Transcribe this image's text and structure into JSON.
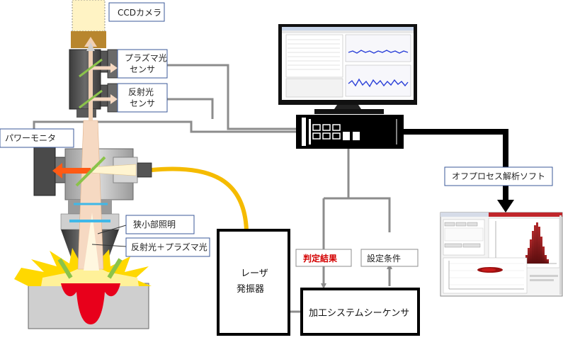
{
  "labels": {
    "ccd_camera": "CCDカメラ",
    "plasma_sensor_1": "プラズマ光",
    "plasma_sensor_2": "センサ",
    "reflect_sensor_1": "反射光",
    "reflect_sensor_2": "センサ",
    "power_monitor": "パワーモニタ",
    "narrow_illumination": "狭小部照明",
    "reflect_plasma": "反射光＋プラズマ光",
    "laser_osc_1": "レーザ",
    "laser_osc_2": "発振器",
    "judgement_result": "判定結果",
    "setting_conditions": "設定条件",
    "sequencer": "加工システムシーケンサ",
    "offprocess_software": "オフプロセス解析ソフト"
  },
  "colors": {
    "fiber": "#f5bb00",
    "cable_gray": "#8c8c8c",
    "power_arrow": "#ff5a14",
    "beam_light": "#f6d9c2",
    "mirror_green": "#8bc34a",
    "melt_red": "#e8001b",
    "spark_yellow": "#ffd800",
    "blue_lens": "#3fb8e8"
  }
}
